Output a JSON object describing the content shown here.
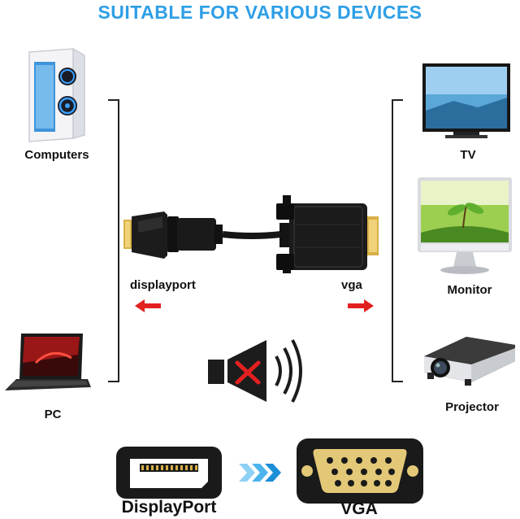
{
  "title": "SUITABLE FOR VARIOUS DEVICES",
  "left_devices": [
    "Computers",
    "PC"
  ],
  "right_devices": [
    "TV",
    "Monitor",
    "Projector"
  ],
  "cable": {
    "left_end": "displayport",
    "right_end": "vga"
  },
  "connectors": {
    "left": "DisplayPort",
    "right": "VGA"
  },
  "icons": [
    "desktop-computer-icon",
    "laptop-icon",
    "tv-icon",
    "monitor-icon",
    "projector-icon",
    "no-audio-icon",
    "arrow-left-icon",
    "arrow-right-icon",
    "chevrons-right-icon",
    "displayport-port-icon",
    "vga-port-icon"
  ],
  "colors": {
    "title": "#2e9fe6",
    "arrow": "#e32020",
    "chevrons": "#2e9fe6",
    "vga_gold": "#e3c877"
  }
}
